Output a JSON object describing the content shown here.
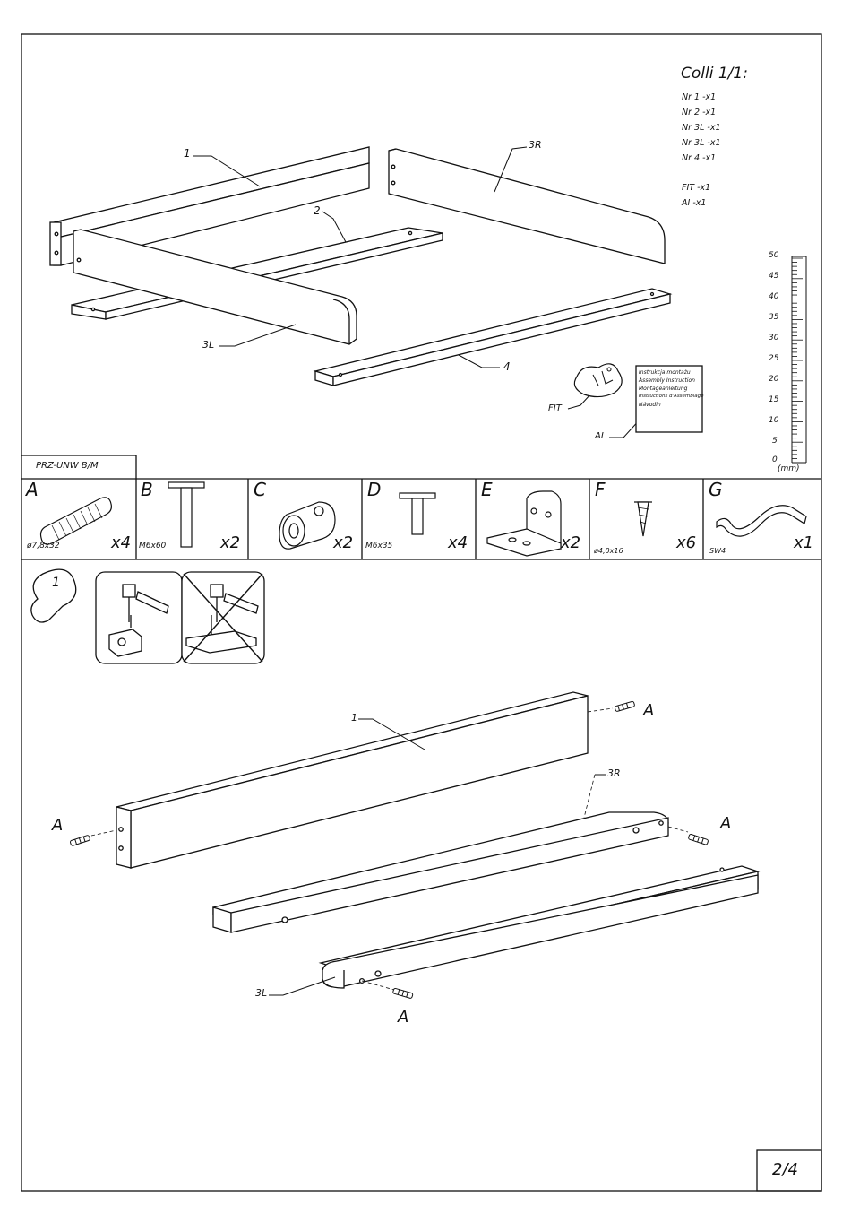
{
  "colli": {
    "title": "Colli 1/1:",
    "lines": [
      "Nr 1 -x1",
      "Nr 2 -x1",
      "Nr 3L -x1",
      "Nr 3L -x1",
      "Nr 4 -x1"
    ],
    "extra": [
      "FIT -x1",
      "AI -x1"
    ]
  },
  "ruler": {
    "ticks": [
      "50",
      "45",
      "40",
      "35",
      "30",
      "25",
      "20",
      "15",
      "10",
      "5",
      "0"
    ],
    "unit": "(mm)"
  },
  "parts_top": {
    "p1": "1",
    "p2": "2",
    "p3R": "3R",
    "p3L": "3L",
    "p4": "4",
    "fit": "FIT",
    "ai": "AI"
  },
  "manual_box": {
    "lines": [
      "Instrukcja montażu",
      "Assembly Instruction",
      "Montageanleitung",
      "Instructions d'Assemblage",
      "Návodin"
    ]
  },
  "product_code": "PRZ-UNW B/M",
  "hardware": [
    {
      "letter": "A",
      "spec": "ø7,8x32",
      "qty": "x4"
    },
    {
      "letter": "B",
      "spec": "M6x60",
      "qty": "x2"
    },
    {
      "letter": "C",
      "spec": "",
      "qty": "x2"
    },
    {
      "letter": "D",
      "spec": "M6x35",
      "qty": "x4"
    },
    {
      "letter": "E",
      "spec": "",
      "qty": "x2"
    },
    {
      "letter": "F",
      "spec": "ø4,0x16",
      "qty": "x6"
    },
    {
      "letter": "G",
      "spec": "SW4",
      "qty": "x1"
    }
  ],
  "step": {
    "number": "1",
    "labels": {
      "p1": "1",
      "p3R": "3R",
      "p3L": "3L",
      "A": "A"
    }
  },
  "page_number": "2/4"
}
